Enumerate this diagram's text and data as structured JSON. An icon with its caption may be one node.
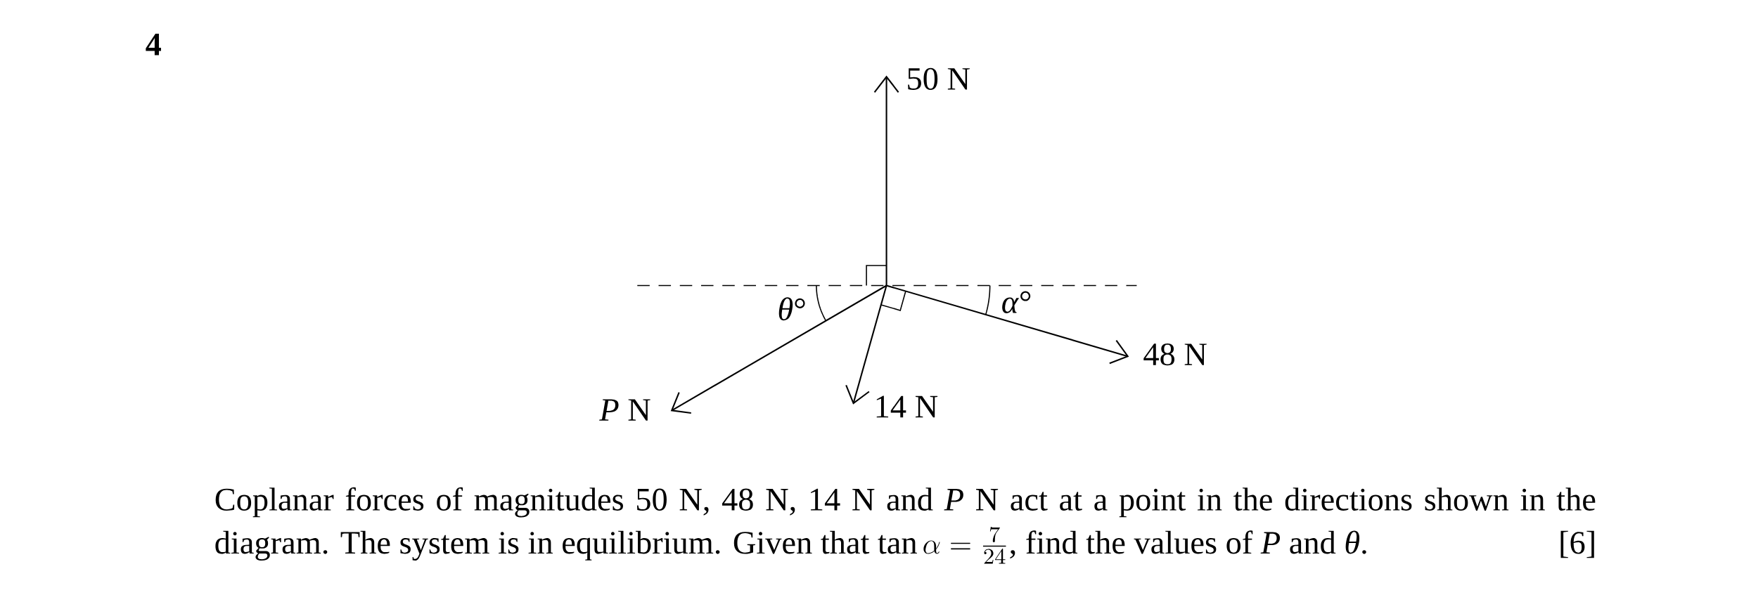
{
  "diagram": {
    "labels": [
      "4",
      "50 N",
      "*θ*°",
      "*α*°",
      "48 N",
      "*P* N",
      "14 N",
      "Coplanar forces of magnitudes 50 N, 48 N, 14 N and *P* N act at a point in the directions shown in the diagram. The system is in equilibrium. Given that",
      "\\tan\\alpha = \\frac{7}{24}",
      ", find the values of *P* and *θ*.",
      "[6]"
    ]
  }
}
